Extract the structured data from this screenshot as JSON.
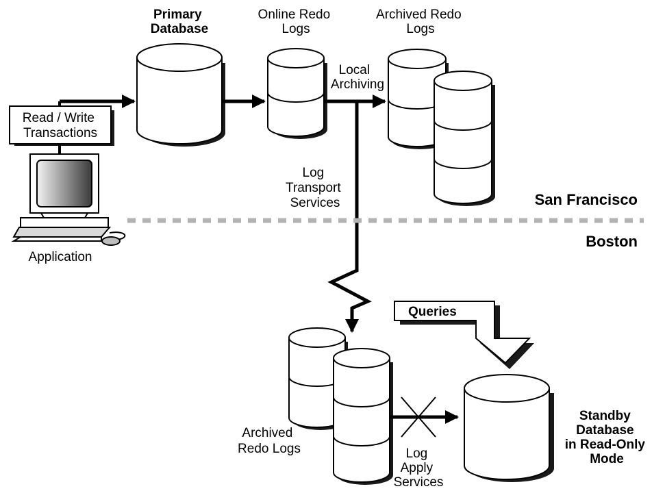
{
  "labels": {
    "primary_db": [
      "Primary",
      "Database"
    ],
    "online_redo": [
      "Online Redo",
      "Logs"
    ],
    "archived_redo_top": [
      "Archived Redo",
      "Logs"
    ],
    "local_archiving": [
      "Local",
      "Archiving"
    ],
    "read_write": [
      "Read / Write",
      "Transactions"
    ],
    "log_transport": [
      "Log",
      "Transport",
      "Services"
    ],
    "san_francisco": "San Francisco",
    "boston": "Boston",
    "application": "Application",
    "queries": "Queries",
    "archived_redo_bottom": [
      "Archived",
      "Redo Logs"
    ],
    "log_apply": [
      "Log",
      "Apply",
      "Services"
    ],
    "standby_db": [
      "Standby",
      "Database",
      "in Read-Only",
      "Mode"
    ]
  },
  "colors": {
    "stroke": "#000000",
    "cylinder_fill": "#ffffff",
    "shadow": "#1a1a1a",
    "divider": "#b3b3b3"
  },
  "icons": {
    "application": "desktop-computer-icon",
    "database": "database-cylinder-icon"
  }
}
